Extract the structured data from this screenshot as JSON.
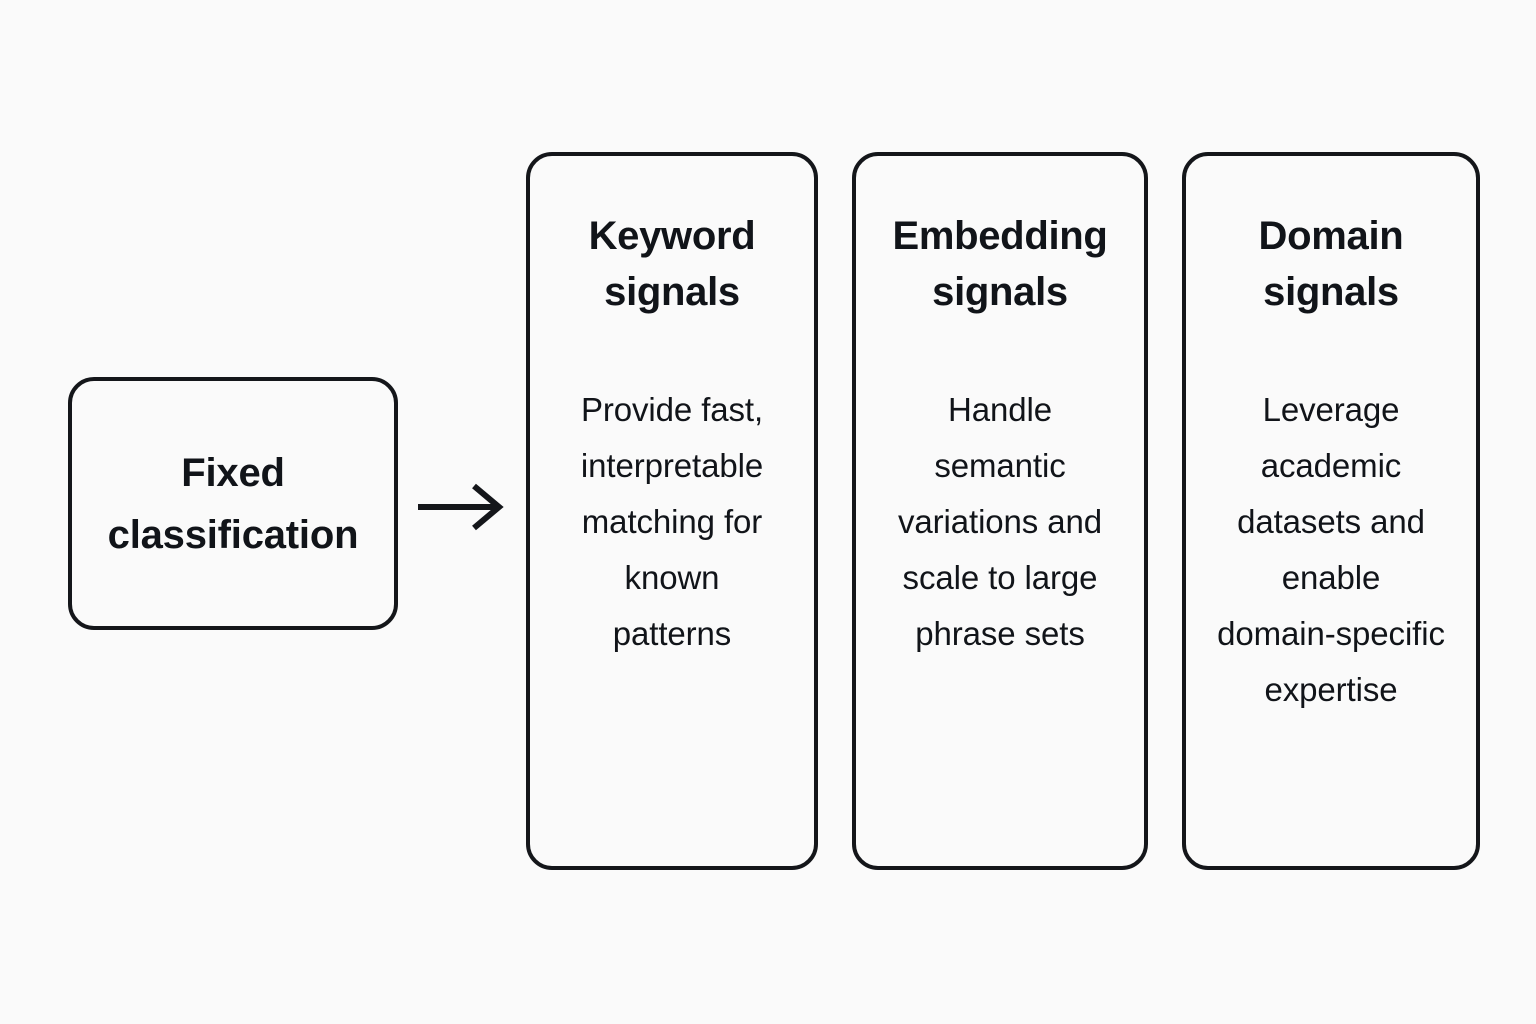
{
  "diagram": {
    "background_color": "#FAFAFA",
    "stroke_color": "#14161A",
    "text_color": "#111419",
    "source": {
      "label": "Fixed\nclassification"
    },
    "connector": {
      "icon": "arrow-right-icon",
      "from": "Fixed classification",
      "to": "Keyword signals"
    },
    "cards": [
      {
        "title": "Keyword\nsignals",
        "body": "Provide fast,\ninterpretable\nmatching for\nknown\npatterns"
      },
      {
        "title": "Embedding\nsignals",
        "body": "Handle\nsemantic\nvariations and\nscale to large\nphrase sets"
      },
      {
        "title": "Domain\nsignals",
        "body": "Leverage\nacademic\ndatasets and\nenable\ndomain-specific\nexpertise"
      }
    ]
  }
}
